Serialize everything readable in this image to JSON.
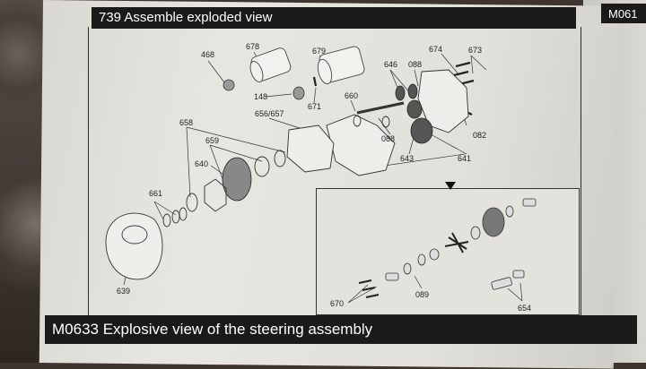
{
  "headers": {
    "top": "739 Assemble exploded view",
    "right": "M061",
    "bottom": "M0633 Explosive view of the steering assembly"
  },
  "labels": {
    "l468": "468",
    "l678": "678",
    "l679": "679",
    "l674": "674",
    "l673": "673",
    "l646": "646",
    "l088a": "088",
    "l148": "148",
    "l671": "671",
    "l660": "660",
    "l656": "656/657",
    "l658": "658",
    "l659": "659",
    "l640": "640",
    "l661": "661",
    "l088b": "088",
    "l643": "643",
    "l641": "641",
    "l082": "082",
    "l639": "639",
    "l670": "670",
    "l089": "089",
    "l654": "654"
  }
}
